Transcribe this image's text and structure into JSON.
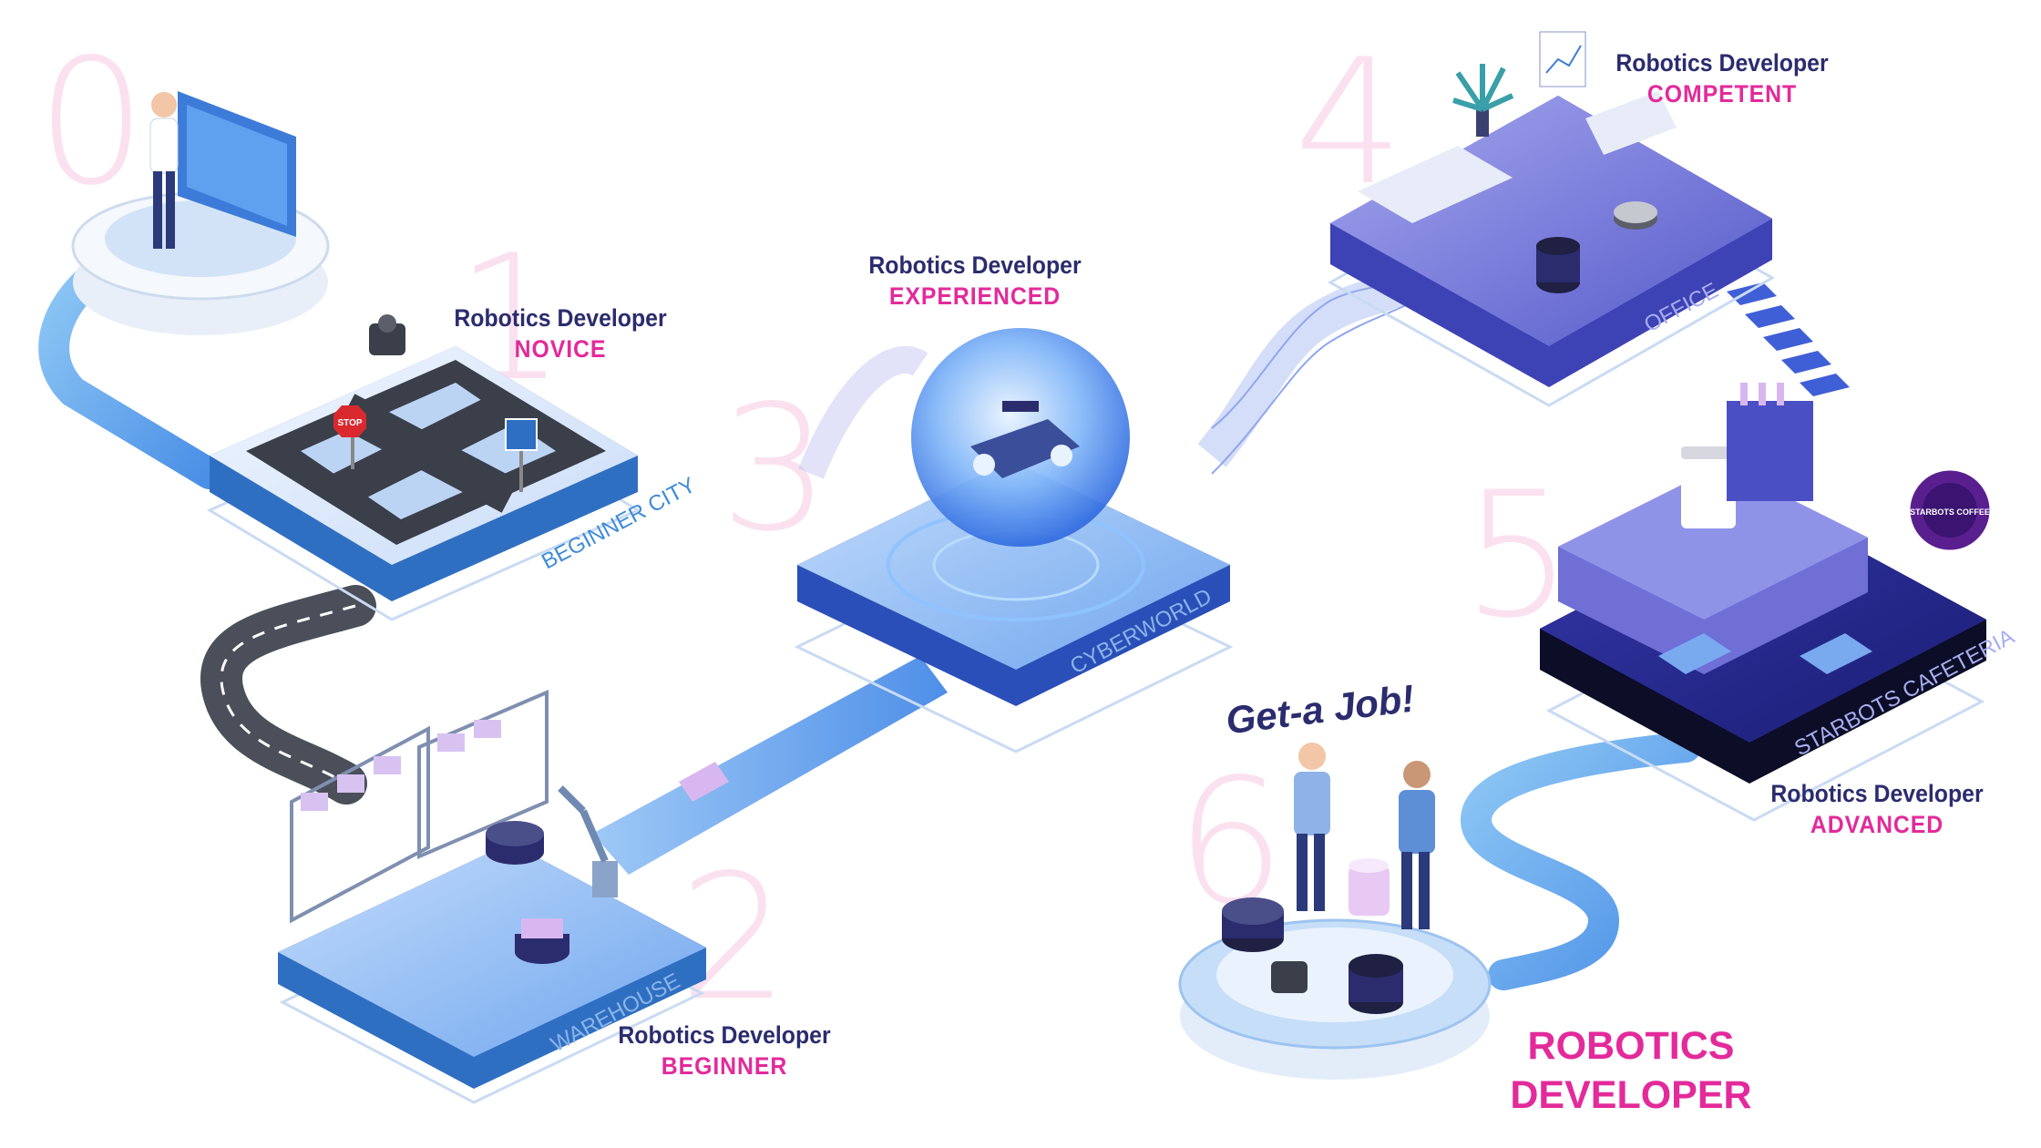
{
  "stages": [
    {
      "number": "0",
      "role": "",
      "level": "",
      "platform": ""
    },
    {
      "number": "1",
      "role": "Robotics Developer",
      "level": "NOVICE",
      "platform": "BEGINNER CITY"
    },
    {
      "number": "2",
      "role": "Robotics Developer",
      "level": "BEGINNER",
      "platform": "WAREHOUSE"
    },
    {
      "number": "3",
      "role": "Robotics Developer",
      "level": "EXPERIENCED",
      "platform": "CYBERWORLD"
    },
    {
      "number": "4",
      "role": "Robotics Developer",
      "level": "COMPETENT",
      "platform": "OFFICE"
    },
    {
      "number": "5",
      "role": "Robotics Developer",
      "level": "ADVANCED",
      "platform": "STARBOTS CAFETERIA"
    },
    {
      "number": "6",
      "role": "",
      "level": "",
      "platform": ""
    }
  ],
  "get_job": "Get-a Job!",
  "sign_stop": "STOP",
  "coffee_logo": "STARBOTS COFFEE",
  "final": {
    "line1": "ROBOTICS",
    "line2": "DEVELOPER"
  },
  "colors": {
    "path": "#5aa9ee",
    "pink": "#e32a9b",
    "navy": "#2b2c6e",
    "platform_top": "#dbe9fb",
    "platform_side": "#2f6fc2",
    "ghost_number": "#fbe1ef"
  }
}
